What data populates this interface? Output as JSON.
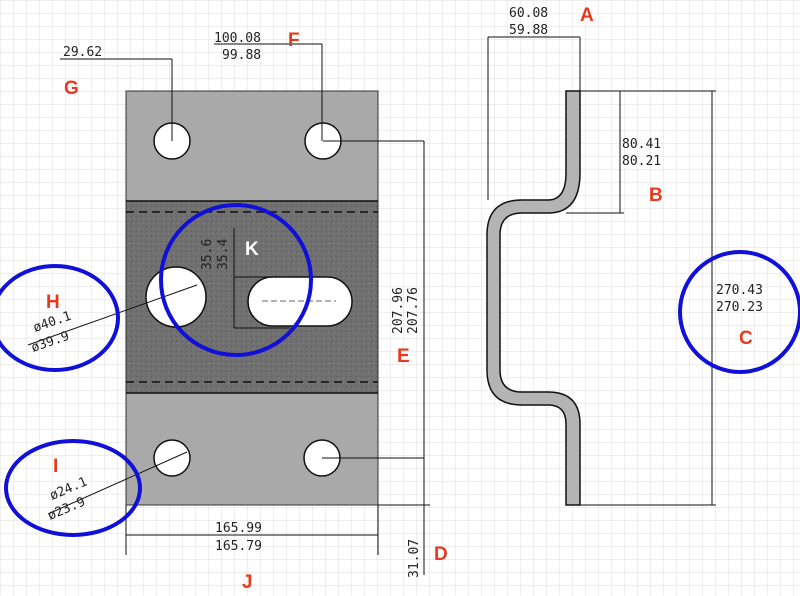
{
  "dimensions": {
    "hole_offset_left": "29.62",
    "hole_spacing_upper": "100.08",
    "hole_spacing_lower": "99.88",
    "flange_upper": "60.08",
    "flange_lower": "59.88",
    "offset_upper": "80.41",
    "offset_lower": "80.21",
    "height_upper": "270.43",
    "height_lower": "270.23",
    "plate_length_upper": "207.96",
    "plate_length_lower": "207.76",
    "bottom_offset": "31.07",
    "width_upper": "165.99",
    "width_lower": "165.79",
    "large_dia_upper": "ø40.1",
    "large_dia_lower": "ø39.9",
    "small_dia_upper": "ø24.1",
    "small_dia_lower": "ø23.9",
    "slot_upper": "35.6",
    "slot_lower": "35.4"
  },
  "callouts": {
    "A": "A",
    "B": "B",
    "C": "C",
    "D": "D",
    "E": "E",
    "F": "F",
    "G": "G",
    "H": "H",
    "I": "I",
    "J": "J",
    "K": "K"
  },
  "colors": {
    "callout": "#e8391e",
    "highlight_circle": "#1010d8",
    "plate": "#a9a9a9",
    "plate_center": "#6f6f6f",
    "grid": "#dcdcdc",
    "profile": "#b4b4b4"
  }
}
